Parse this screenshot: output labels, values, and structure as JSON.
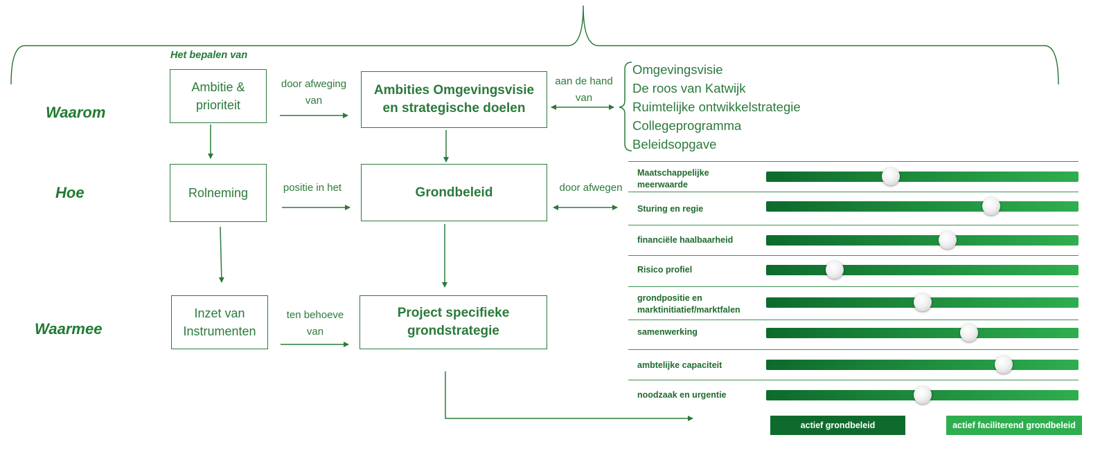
{
  "header": {
    "title": "Het bepalen van"
  },
  "rows": [
    {
      "key": "waarom",
      "label": "Waarom"
    },
    {
      "key": "hoe",
      "label": "Hoe"
    },
    {
      "key": "waarmee",
      "label": "Waarmee"
    }
  ],
  "left_boxes": {
    "ambitie": "Ambitie & prioriteit",
    "rolneming": "Rolneming",
    "instrumenten": "Inzet van Instrumenten"
  },
  "center_boxes": {
    "ambities": "Ambities Omgevingsvisie en strategische doelen",
    "grondbeleid": "Grondbeleid",
    "project": "Project specifieke grondstrategie"
  },
  "connectors": {
    "door_afweging": "door afweging van",
    "positie": "positie in het",
    "ten_behoeve": "ten behoeve van",
    "aan_de_hand": "aan de hand van",
    "door_afwegen": "door afwegen"
  },
  "sources": [
    "Omgevingsvisie",
    "De roos van Katwijk",
    "Ruimtelijke ontwikkelstrategie",
    "Collegeprogramma",
    "Beleidsopgave"
  ],
  "criteria": [
    {
      "label": "Maatschappelijke meerwaarde",
      "level": 0.4
    },
    {
      "label": "Sturing en regie",
      "level": 0.72
    },
    {
      "label": "financiële haalbaarheid",
      "level": 0.58
    },
    {
      "label": "Risico profiel",
      "level": 0.22
    },
    {
      "label": "grondpositie en marktinitiatief/marktfalen",
      "level": 0.5
    },
    {
      "label": "samenwerking",
      "level": 0.65
    },
    {
      "label": "ambtelijke capaciteit",
      "level": 0.76
    },
    {
      "label": "noodzaak en urgentie",
      "level": 0.5
    }
  ],
  "legend": {
    "left": "actief grondbeleid",
    "right": "actief faciliterend grondbeleid",
    "left_color": "#0f6b2d",
    "right_color": "#2fae4f"
  },
  "colors": {
    "primary": "#1f7a32",
    "track_dark": "#0d6a2c",
    "track_light": "#2fae4f"
  }
}
